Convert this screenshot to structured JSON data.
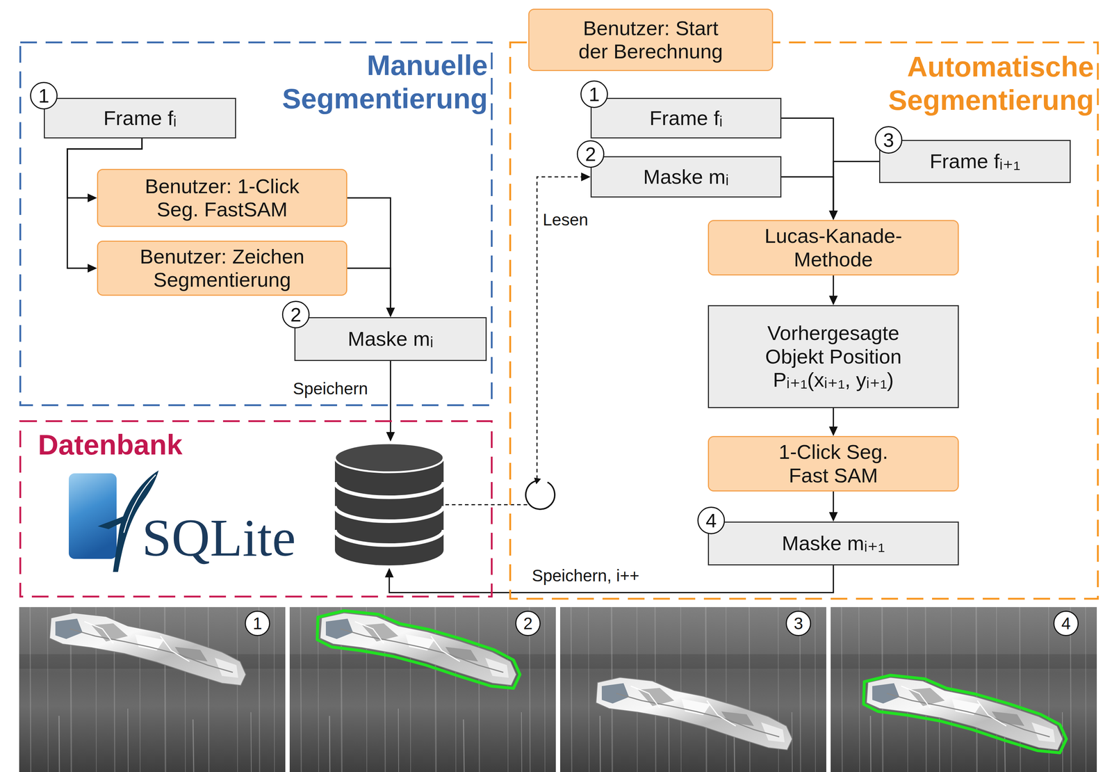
{
  "diagram": {
    "nodes": [
      {
        "text": [
          "Manuelle Segmentierung"
        ]
      },
      {
        "text": [
          "Frame fᵢ"
        ],
        "in": 0
      },
      {
        "text": [
          "Benutzer: 1-Click Seg. FastSAM"
        ],
        "in": 0
      },
      {
        "text": [
          "Benutzer: Zeichen Segmentierung"
        ],
        "in": 0
      },
      {
        "text": [
          "Maske mᵢ"
        ],
        "in": 0
      },
      {
        "text": [
          "Datenbank"
        ]
      },
      {
        "text": [
          "Automatische Segmentierung"
        ]
      },
      {
        "text": [
          "Benutzer: Start der Berechnung"
        ],
        "in": 6
      },
      {
        "text": [
          "Frame fᵢ"
        ],
        "in": 6
      },
      {
        "text": [
          "Maske mᵢ"
        ],
        "in": 6
      },
      {
        "text": [
          "Frame fᵢ₊₁"
        ],
        "in": 6
      },
      {
        "text": [
          "Lucas-Kanade-Methode"
        ],
        "in": 6
      },
      {
        "text": [
          "Vorhergesagte Objekt Position Pᵢ₊₁(xᵢ₊₁, yᵢ₊₁)"
        ],
        "in": 6
      },
      {
        "text": [
          "1-Click Seg. Fast SAM"
        ],
        "in": 6
      },
      {
        "text": [
          "Maske mᵢ₊₁"
        ],
        "in": 6
      }
    ],
    "edges": [
      {
        "from": 1,
        "to": 2,
        "arrow": "to"
      },
      {
        "from": 1,
        "to": 3,
        "arrow": "to"
      },
      {
        "from": 2,
        "to": 4,
        "arrow": "to"
      },
      {
        "from": 3,
        "to": 4,
        "arrow": "to"
      },
      {
        "from": 4,
        "to": 5,
        "label": "Speichern",
        "arrow": "to"
      },
      {
        "from": 5,
        "to": 9,
        "label": "Lesen",
        "arrow": "to"
      },
      {
        "from": 8,
        "to": 11,
        "arrow": "to"
      },
      {
        "from": 9,
        "to": 11,
        "arrow": "to"
      },
      {
        "from": 10,
        "to": 11,
        "arrow": "to"
      },
      {
        "from": 11,
        "to": 12,
        "arrow": "to"
      },
      {
        "from": 12,
        "to": 13,
        "arrow": "to"
      },
      {
        "from": 13,
        "to": 14,
        "arrow": "to"
      },
      {
        "from": 14,
        "to": 5,
        "label": "Speichern, i++",
        "arrow": "to"
      }
    ],
    "labels": [
      "1",
      "2",
      "SQLite",
      "1",
      "2",
      "3",
      "4",
      "1",
      "2",
      "3",
      "4"
    ]
  }
}
